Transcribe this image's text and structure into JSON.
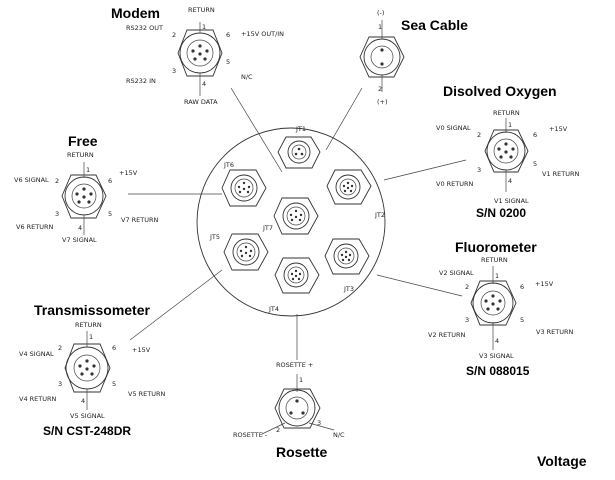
{
  "hub": {
    "ports": [
      "JT1",
      "JT2",
      "JT3",
      "JT4",
      "JT5",
      "JT6",
      "JT7"
    ]
  },
  "connectors": {
    "modem": {
      "title": "Modem",
      "pins": {
        "top": "RETURN",
        "ul": "RS232 OUT",
        "ur": "+15V OUT/IN",
        "ll": "RS232 IN",
        "lr": "N/C",
        "bottom": "RAW DATA"
      },
      "nums": [
        "1",
        "2",
        "3",
        "4",
        "5",
        "6"
      ]
    },
    "sea_cable": {
      "title": "Sea Cable",
      "pins": {
        "top": "(-)",
        "bottom": "(+)"
      },
      "nums": [
        "1",
        "2"
      ]
    },
    "do": {
      "title": "Disolved Oxygen",
      "serial": "S/N 0200",
      "pins": {
        "top": "RETURN",
        "ul": "V0 SIGNAL",
        "ur": "+15V",
        "ll": "V0 RETURN",
        "lr": "V1 RETURN",
        "bottom": "V1 SIGNAL"
      },
      "nums": [
        "1",
        "2",
        "3",
        "4",
        "5",
        "6"
      ]
    },
    "free": {
      "title": "Free",
      "pins": {
        "top": "RETURN",
        "ul": "V6 SIGNAL",
        "ur": "+15V",
        "ll": "V6 RETURN",
        "lr": "V7 RETURN",
        "bottom": "V7 SIGNAL"
      },
      "nums": [
        "1",
        "2",
        "3",
        "4",
        "5",
        "6"
      ]
    },
    "fluorometer": {
      "title": "Fluorometer",
      "serial": "S/N 088015",
      "pins": {
        "top": "RETURN",
        "ul": "V2 SIGNAL",
        "ur": "+15V",
        "ll": "V2 RETURN",
        "lr": "V3 RETURN",
        "bottom": "V3 SIGNAL"
      },
      "nums": [
        "1",
        "2",
        "3",
        "4",
        "5",
        "6"
      ]
    },
    "transmissometer": {
      "title": "Transmissometer",
      "serial": "S/N CST-248DR",
      "pins": {
        "top": "RETURN",
        "ul": "V4 SIGNAL",
        "ur": "+15V",
        "ll": "V4 RETURN",
        "lr": "V5 RETURN",
        "bottom": "V5 SIGNAL"
      },
      "nums": [
        "1",
        "2",
        "3",
        "4",
        "5",
        "6"
      ]
    },
    "rosette": {
      "title": "Rosette",
      "pins": {
        "top": "ROSETTE +",
        "left": "ROSETTE -",
        "right": "N/C"
      },
      "nums": [
        "1",
        "2",
        "3"
      ]
    }
  },
  "footer": {
    "voltage_label": "Voltage"
  }
}
